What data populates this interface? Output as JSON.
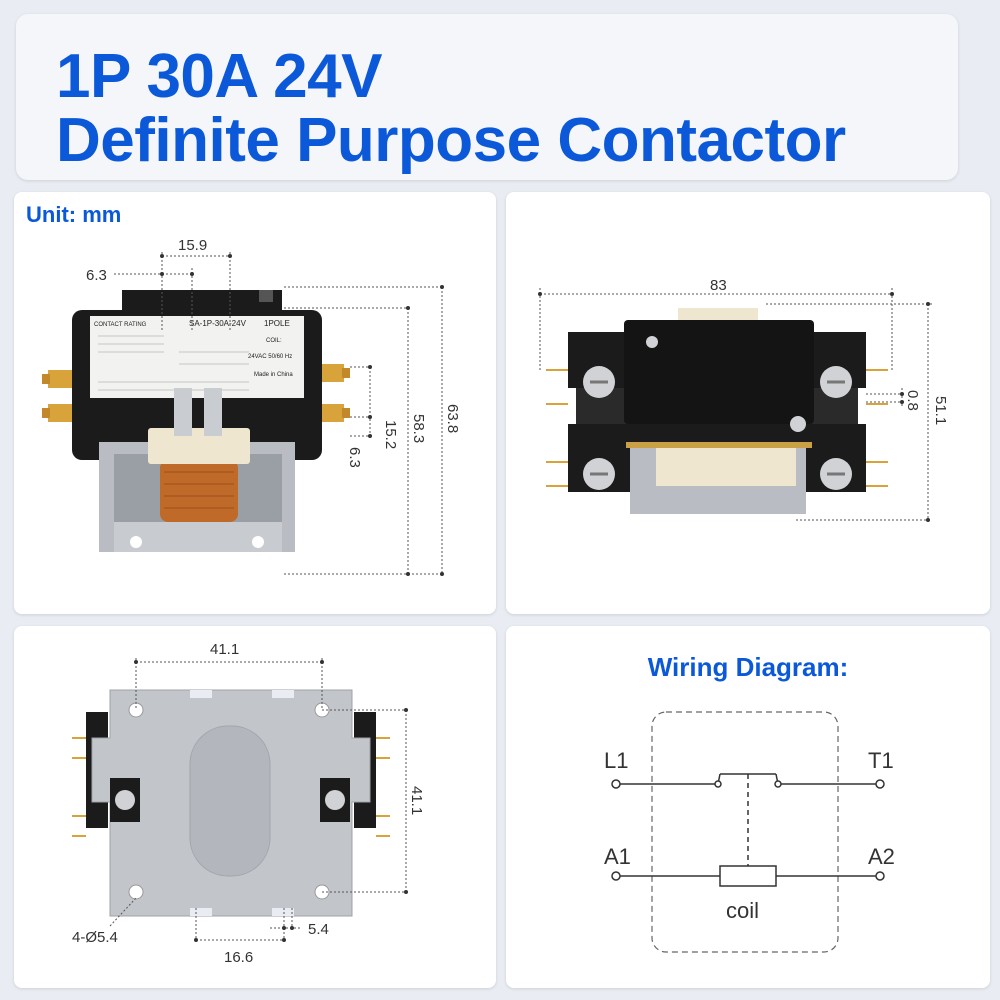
{
  "title": {
    "line1": "1P 30A 24V",
    "line2": "Definite Purpose Contactor"
  },
  "front_view": {
    "unit_label": "Unit: mm",
    "dimensions": {
      "d15_9": "15.9",
      "d6_3_top": "6.3",
      "d15_2": "15.2",
      "d6_3_side": "6.3",
      "d58_3": "58.3",
      "d63_8": "63.8"
    },
    "label_text": {
      "model": "SA-1P-30A-24V",
      "pole": "1POLE",
      "coil": "COIL:",
      "coil_voltage": "24VAC 50/60 Hz",
      "rating": "CONTACT RATING",
      "origin": "Made in China"
    }
  },
  "top_view": {
    "dimensions": {
      "d83": "83",
      "d0_8": "0.8",
      "d51_1": "51.1"
    }
  },
  "back_view": {
    "dimensions": {
      "d41_1_h": "41.1",
      "d41_1_v": "41.1",
      "holes": "4-Ø5.4",
      "d5_4": "5.4",
      "d16_6": "16.6"
    }
  },
  "wiring": {
    "title": "Wiring Diagram:",
    "terminals": {
      "l1": "L1",
      "t1": "T1",
      "a1": "A1",
      "a2": "A2"
    },
    "coil": "coil"
  },
  "colors": {
    "accent": "#0b59d9",
    "contactor_body": "#1b1b1b",
    "coil_copper": "#c06a2a",
    "metal_plate": "#b9bcc2"
  }
}
